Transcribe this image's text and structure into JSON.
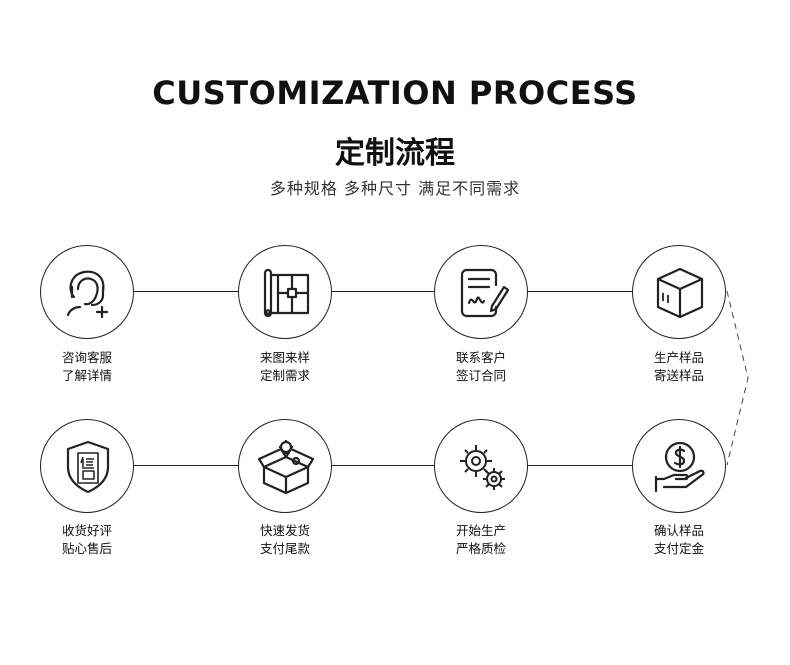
{
  "header": {
    "title": "CUSTOMIZATION PROCESS",
    "subtitle": "定制流程",
    "tagline": "多种规格 多种尺寸 满足不同需求"
  },
  "steps": [
    {
      "line1": "咨询客服",
      "line2": "了解详情",
      "icon": "customer-service-icon"
    },
    {
      "line1": "来图来样",
      "line2": "定制需求",
      "icon": "blueprint-icon"
    },
    {
      "line1": "联系客户",
      "line2": "签订合同",
      "icon": "contract-sign-icon"
    },
    {
      "line1": "生产样品",
      "line2": "寄送样品",
      "icon": "box-icon"
    },
    {
      "line1": "确认样品",
      "line2": "支付定金",
      "icon": "deposit-payment-icon"
    },
    {
      "line1": "开始生产",
      "line2": "严格质检",
      "icon": "gears-icon"
    },
    {
      "line1": "快速发货",
      "line2": "支付尾款",
      "icon": "shipping-box-icon"
    },
    {
      "line1": "收货好评",
      "line2": "贴心售后",
      "icon": "after-sale-shield-icon"
    }
  ]
}
